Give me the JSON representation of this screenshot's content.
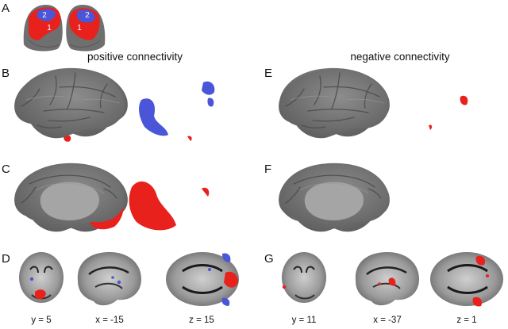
{
  "panels": {
    "a": "A",
    "b": "B",
    "c": "C",
    "d": "D",
    "e": "E",
    "f": "F",
    "g": "G"
  },
  "headings": {
    "positive": "positive connectivity",
    "negative": "negative connectivity"
  },
  "roi_labels": {
    "left_outer": "2",
    "left_inner": "1",
    "right_outer": "2",
    "right_inner": "1"
  },
  "slices": {
    "positive": [
      "y = 5",
      "x = -15",
      "z = 15"
    ],
    "negative": [
      "y = 11",
      "x = -37",
      "z = 1"
    ]
  },
  "colors": {
    "positive": "#e8211c",
    "negative": "#4a55d8",
    "cortex": "#7e7e7e",
    "medial_wall": "#9c9c9c"
  }
}
